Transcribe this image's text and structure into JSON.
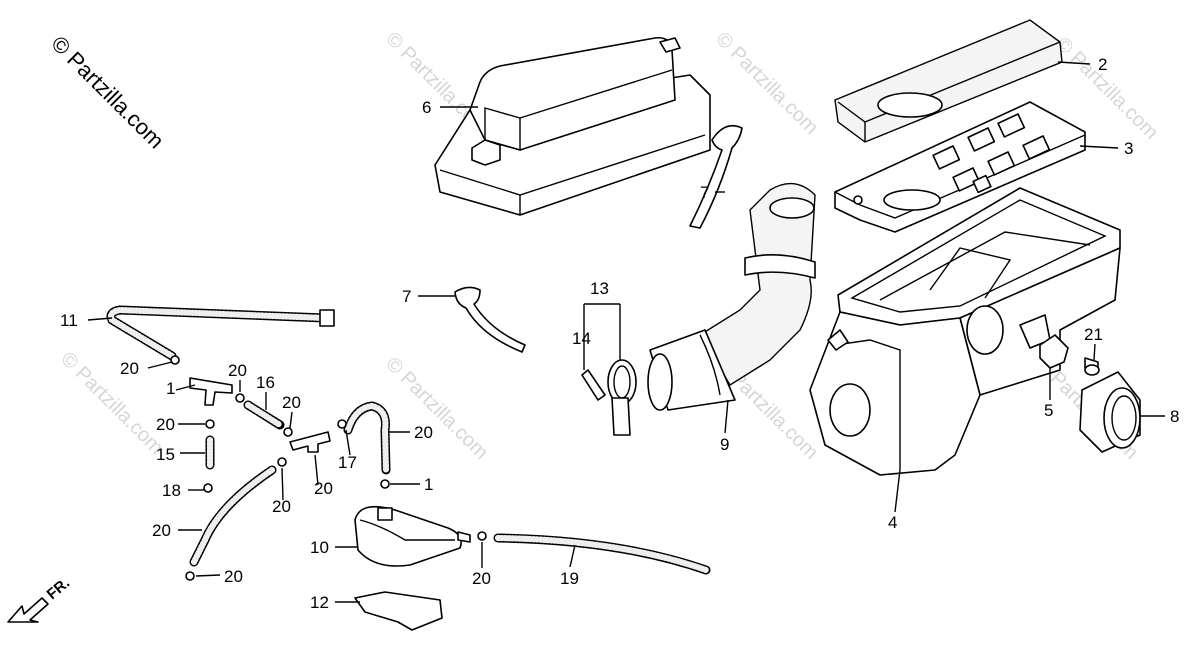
{
  "watermark": {
    "copyright": "© Partzilla.com",
    "repeat": "© Partzilla.com"
  },
  "direction_label": "FR.",
  "callouts": [
    {
      "id": "c2",
      "label": "2"
    },
    {
      "id": "c3",
      "label": "3"
    },
    {
      "id": "c6",
      "label": "6"
    },
    {
      "id": "c7a",
      "label": "7"
    },
    {
      "id": "c7b",
      "label": "7"
    },
    {
      "id": "c13",
      "label": "13"
    },
    {
      "id": "c14",
      "label": "14"
    },
    {
      "id": "c9",
      "label": "9"
    },
    {
      "id": "c11",
      "label": "11"
    },
    {
      "id": "c20a",
      "label": "20"
    },
    {
      "id": "c1a",
      "label": "1"
    },
    {
      "id": "c20b",
      "label": "20"
    },
    {
      "id": "c16",
      "label": "16"
    },
    {
      "id": "c20c",
      "label": "20"
    },
    {
      "id": "c20d",
      "label": "20"
    },
    {
      "id": "c15",
      "label": "15"
    },
    {
      "id": "c20e",
      "label": "20"
    },
    {
      "id": "c17",
      "label": "17"
    },
    {
      "id": "c20f",
      "label": "20"
    },
    {
      "id": "c1b",
      "label": "1"
    },
    {
      "id": "c20g",
      "label": "20"
    },
    {
      "id": "c20h",
      "label": "20"
    },
    {
      "id": "c18",
      "label": "18"
    },
    {
      "id": "c20i",
      "label": "20"
    },
    {
      "id": "c10",
      "label": "10"
    },
    {
      "id": "c20j",
      "label": "20"
    },
    {
      "id": "c19",
      "label": "19"
    },
    {
      "id": "c12",
      "label": "12"
    },
    {
      "id": "c4",
      "label": "4"
    },
    {
      "id": "c21",
      "label": "21"
    },
    {
      "id": "c5",
      "label": "5"
    },
    {
      "id": "c8",
      "label": "8"
    }
  ]
}
